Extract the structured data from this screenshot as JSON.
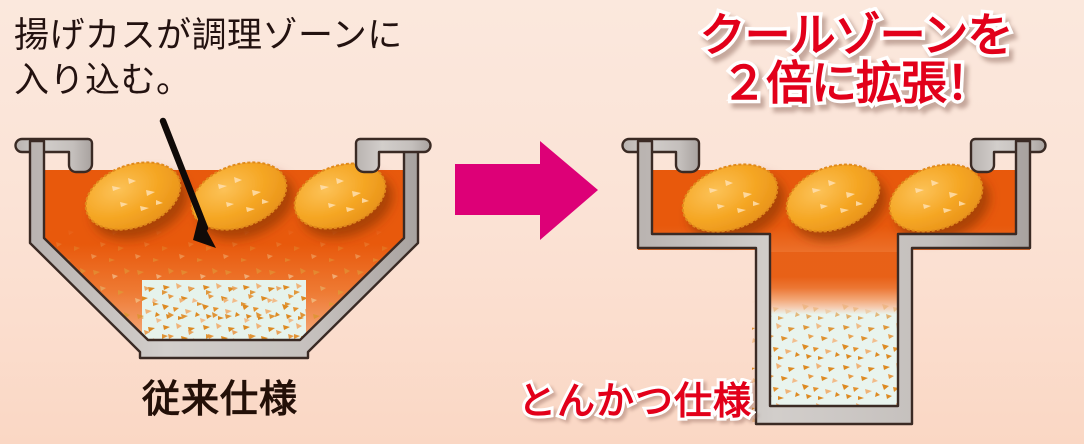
{
  "background": {
    "gradient_top": "#fbe8dd",
    "gradient_bottom": "#fad7c4"
  },
  "left_panel": {
    "caption": "揚げカスが調理ゾーンに\n入り込む。",
    "caption_color": "#231210",
    "bottom_label": "従来仕様",
    "bottom_label_color": "#231008",
    "annotation_arrow": "black-pointer-arrow",
    "vessel": {
      "body_color": "#c9c4c2",
      "outline_color": "#3a2a24",
      "oil_top_color": "#e8590c",
      "oil_bottom_color": "#f6b98a",
      "cool_zone_color": "#e6f3ec",
      "food_pieces": 3,
      "food_color": "#f5a623",
      "crumb_color": "#e08a1e"
    }
  },
  "arrow": {
    "label": "transition-arrow",
    "color": "#dd0077"
  },
  "right_panel": {
    "headline": "クールゾーンを\n２倍に拡張！",
    "headline_color": "#e2001a",
    "headline_outline_color": "#ffffff",
    "bottom_label": "とんかつ仕様",
    "bottom_label_color": "#e2001a",
    "vessel": {
      "body_color": "#c9c4c2",
      "outline_color": "#3a2a24",
      "oil_top_color": "#e8590c",
      "oil_bottom_color": "#f3ab78",
      "cool_zone_color": "#e6f3ec",
      "food_pieces": 3,
      "food_color": "#f5a623",
      "crumb_color": "#e08a1e"
    }
  }
}
